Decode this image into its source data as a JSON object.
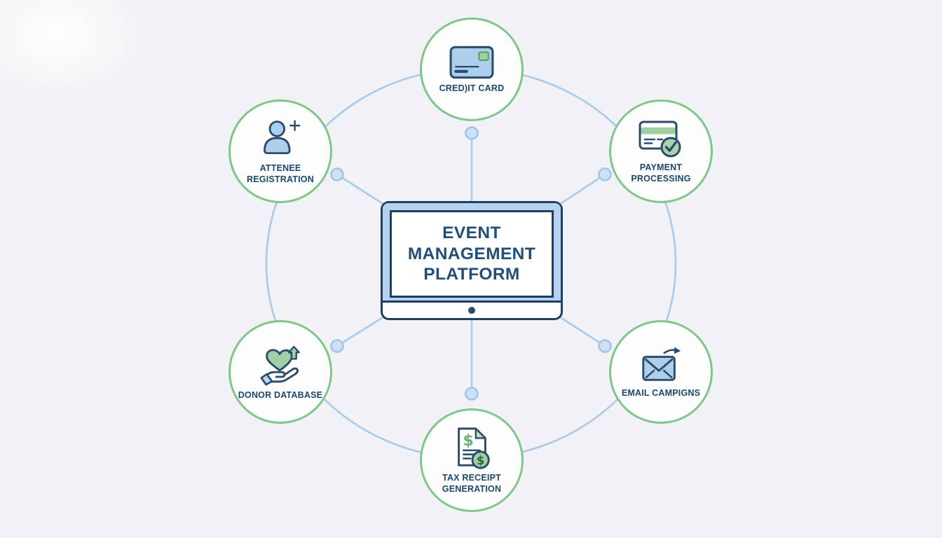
{
  "diagram_title": "EVENT MANAGEMENT PLATFORM",
  "center": {
    "title": "EVENT MANAGEMENT PLATFORM",
    "device": "monitor"
  },
  "nodes": [
    {
      "id": "credit-card",
      "label": "CRED)IT CARD",
      "icon": "credit-card-icon",
      "position": "top"
    },
    {
      "id": "payment-processing",
      "label": "PAYMENT PROCESSING",
      "icon": "card-check-icon",
      "position": "upper-right"
    },
    {
      "id": "email-campaigns",
      "label": "EMAIL CAMPIGNS",
      "icon": "envelope-send-icon",
      "position": "lower-right"
    },
    {
      "id": "tax-receipt-generation",
      "label": "TAX RECEIPT GENERATION",
      "icon": "receipt-dollar-icon",
      "position": "bottom"
    },
    {
      "id": "donor-database",
      "label": "DONOR DATABASE",
      "icon": "heart-hand-icon",
      "position": "lower-left"
    },
    {
      "id": "attendee-registration",
      "label": "ATTENEE REGISTRATION",
      "icon": "user-plus-icon",
      "position": "upper-left"
    }
  ],
  "colors": {
    "background": "#f1f1f6",
    "node_border_green": "#7fc787",
    "connector_blue": "#a9cbea",
    "connector_dot_fill": "#cfe2f5",
    "outline_navy": "#2a4d6e",
    "label_navy": "#1b4871",
    "icon_blue": "#aecfec",
    "icon_green": "#9fd0a4",
    "monitor_bezel_blue": "#b5d3ee",
    "monitor_border_navy": "#1e3f63",
    "title_navy": "#1d4e7c"
  }
}
